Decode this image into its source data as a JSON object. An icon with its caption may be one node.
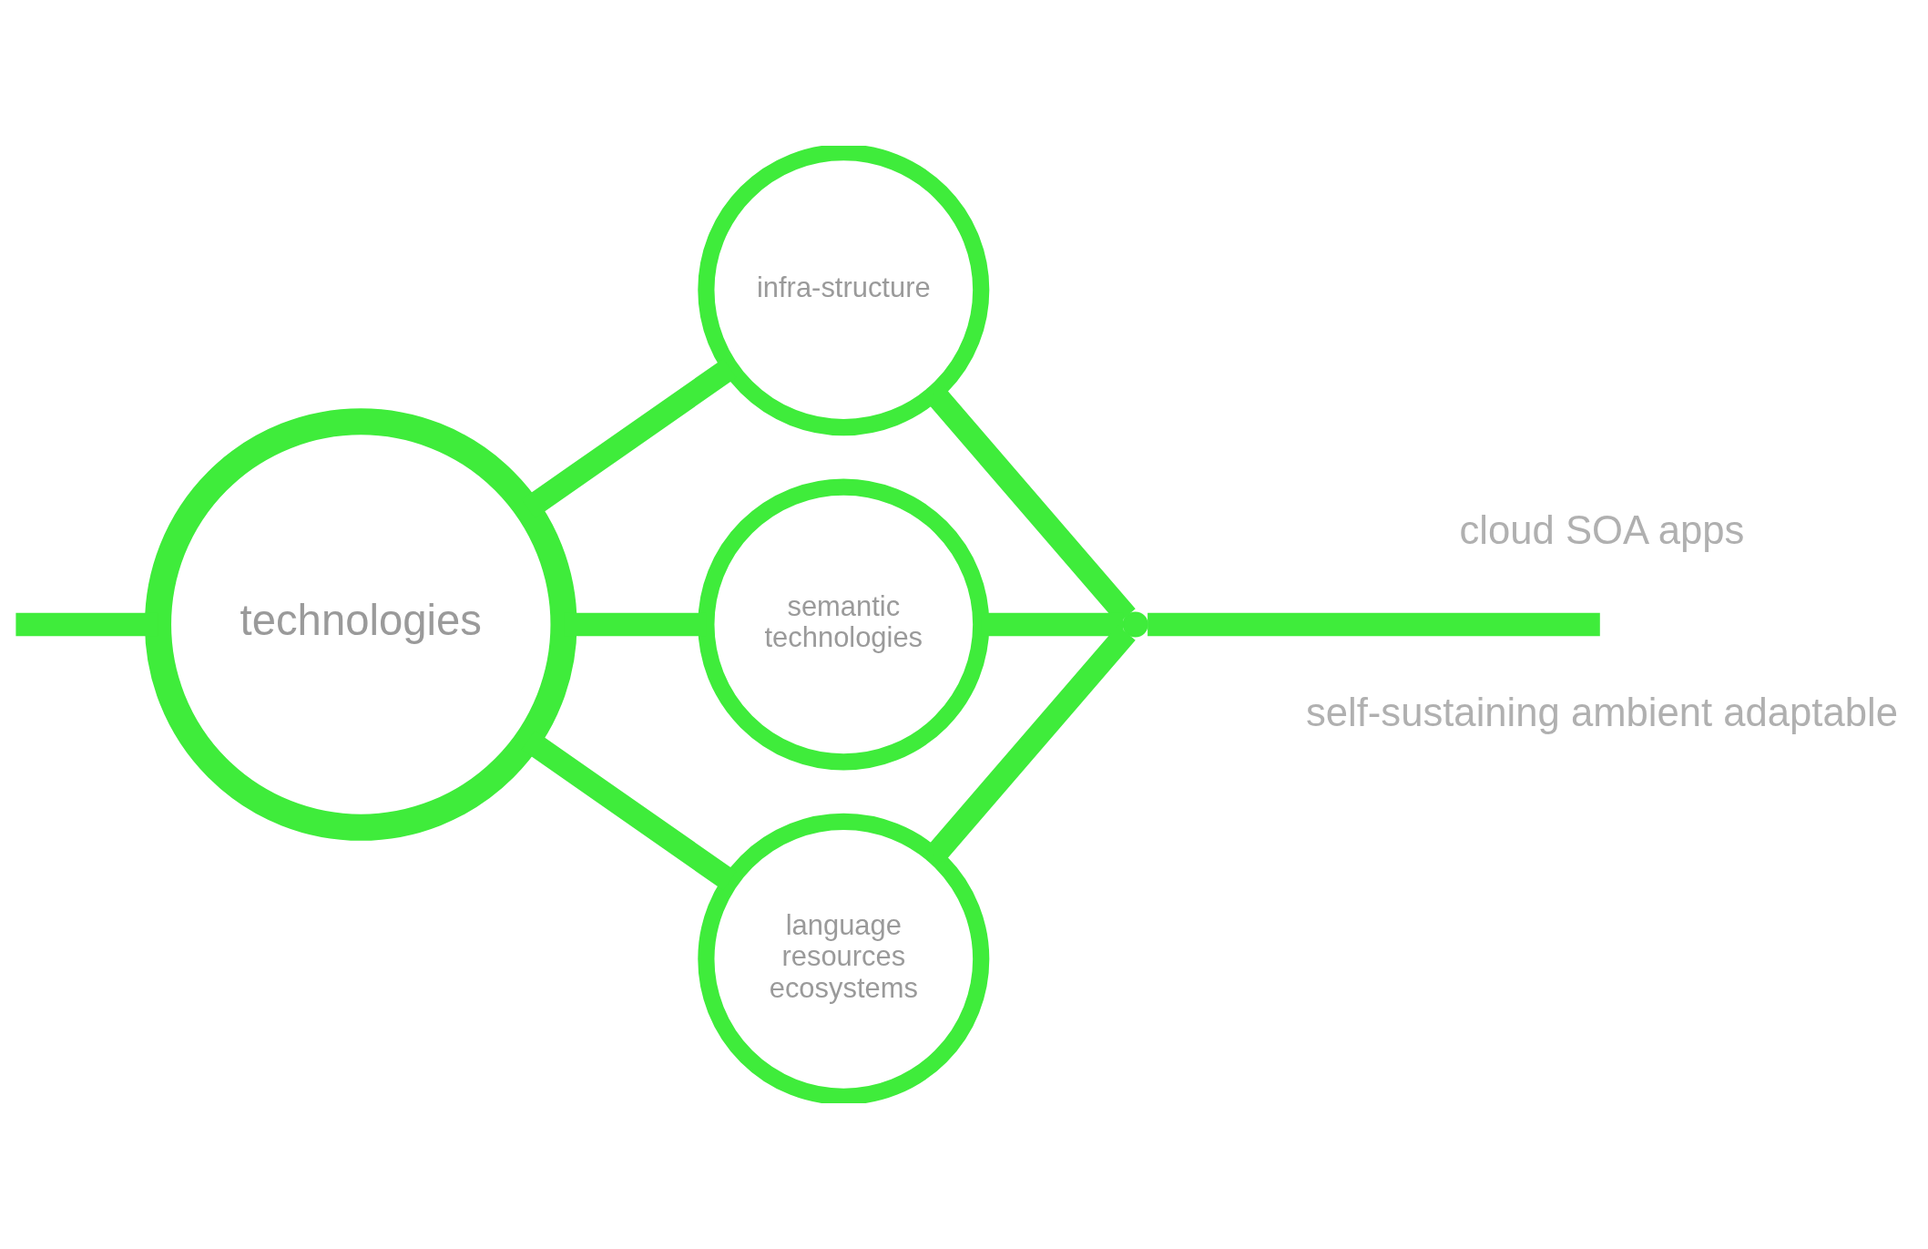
{
  "diagram": {
    "nodes": [
      {
        "text": [
          "technologies"
        ]
      },
      {
        "text": [
          "infra-structure"
        ]
      },
      {
        "text": [
          "semantic technologies"
        ]
      },
      {
        "text": [
          "language resources ecosystems"
        ]
      },
      {
        "text": [],
        "shape": "point"
      }
    ],
    "edges": [
      {
        "from": null,
        "to": 0,
        "arrow": "none"
      },
      {
        "from": 0,
        "to": 1,
        "arrow": "none"
      },
      {
        "from": 0,
        "to": 2,
        "arrow": "none"
      },
      {
        "from": 0,
        "to": 3,
        "arrow": "none"
      },
      {
        "from": 1,
        "to": 4,
        "arrow": "none"
      },
      {
        "from": 2,
        "to": 4,
        "arrow": "none"
      },
      {
        "from": 3,
        "to": 4,
        "arrow": "none"
      },
      {
        "from": 4,
        "to": null,
        "arrow": "none"
      }
    ],
    "labels": [
      "cloud SOA apps",
      "self-sustaining ambient adaptable"
    ]
  }
}
